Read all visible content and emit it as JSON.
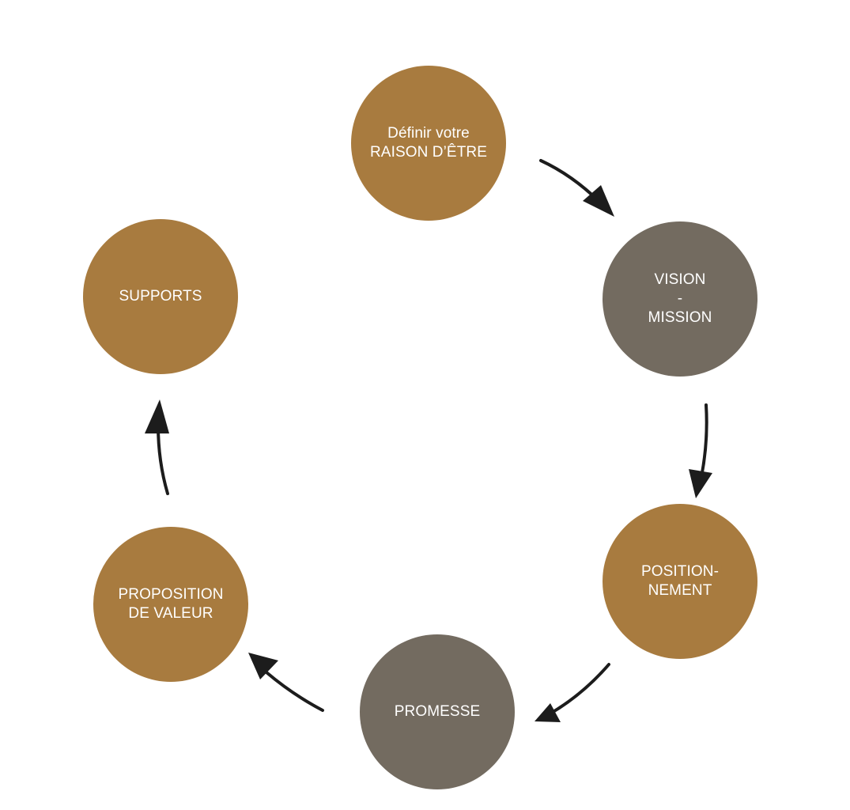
{
  "colors": {
    "gold": "#a87b3f",
    "grey": "#736b60",
    "arrow": "#1c1c1c",
    "text": "#ffffff"
  },
  "steps": [
    {
      "lines": [
        "Définir votre",
        "RAISON D’ÊTRE"
      ],
      "color": "gold"
    },
    {
      "lines": [
        "VISION",
        "-",
        "MISSION"
      ],
      "color": "grey"
    },
    {
      "lines": [
        "POSITION-",
        "NEMENT"
      ],
      "color": "gold"
    },
    {
      "lines": [
        "PROMESSE"
      ],
      "color": "grey"
    },
    {
      "lines": [
        "PROPOSITION",
        "DE VALEUR"
      ],
      "color": "gold"
    },
    {
      "lines": [
        "SUPPORTS"
      ],
      "color": "gold"
    }
  ]
}
